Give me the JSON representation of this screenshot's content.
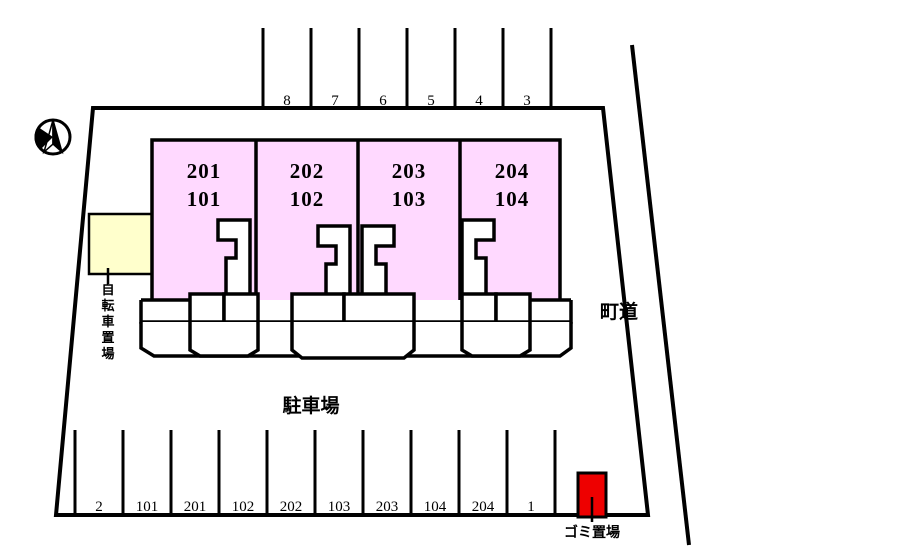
{
  "plan": {
    "title": "apartment-site-plan",
    "colors": {
      "building_fill": "#ffd9ff",
      "bicycle_fill": "#ffffcc",
      "trash_fill": "#ee0000",
      "line": "#000000",
      "background": "#ffffff"
    },
    "units": [
      {
        "upper": "201",
        "lower": "101"
      },
      {
        "upper": "202",
        "lower": "102"
      },
      {
        "upper": "203",
        "lower": "103"
      },
      {
        "upper": "204",
        "lower": "104"
      }
    ],
    "parking_top": [
      "8",
      "7",
      "6",
      "5",
      "4",
      "3"
    ],
    "parking_bottom": [
      "2",
      "101",
      "201",
      "102",
      "202",
      "103",
      "203",
      "104",
      "204",
      "1"
    ],
    "labels": {
      "parking_lot": "駐車場",
      "bicycle_parking": "自転車置場",
      "town_road": "町道",
      "trash_area": "ゴミ置場"
    },
    "compass": {
      "name": "north-arrow",
      "direction": "north"
    }
  }
}
